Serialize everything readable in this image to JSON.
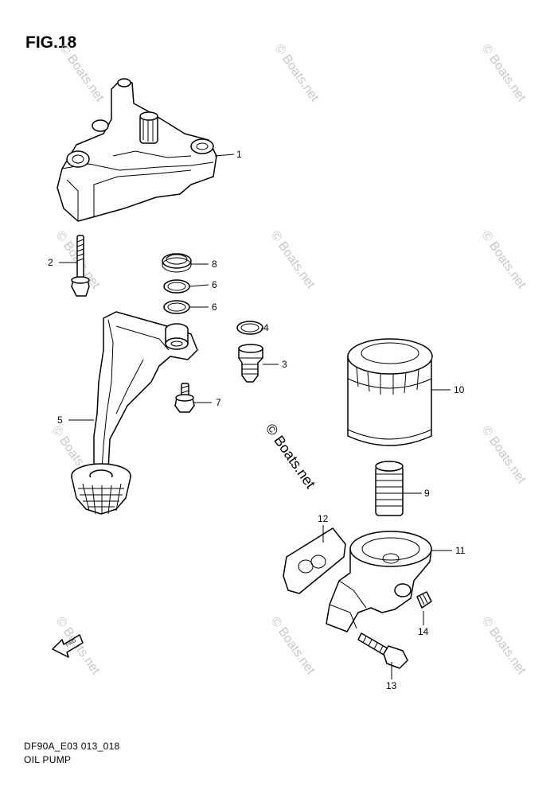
{
  "figure": {
    "title": "FIG.18",
    "code": "DF90A_E03 013_018",
    "name": "OIL PUMP"
  },
  "watermark": {
    "text": "© Boats.net",
    "center_text": "© Boats.net"
  },
  "fwd_label": "FWD",
  "callouts": [
    "1",
    "2",
    "3",
    "4",
    "5",
    "6",
    "6",
    "7",
    "8",
    "9",
    "10",
    "11",
    "12",
    "13",
    "14"
  ],
  "colors": {
    "ink": "#000000",
    "watermark": "#c8c8c8",
    "background": "#ffffff"
  }
}
